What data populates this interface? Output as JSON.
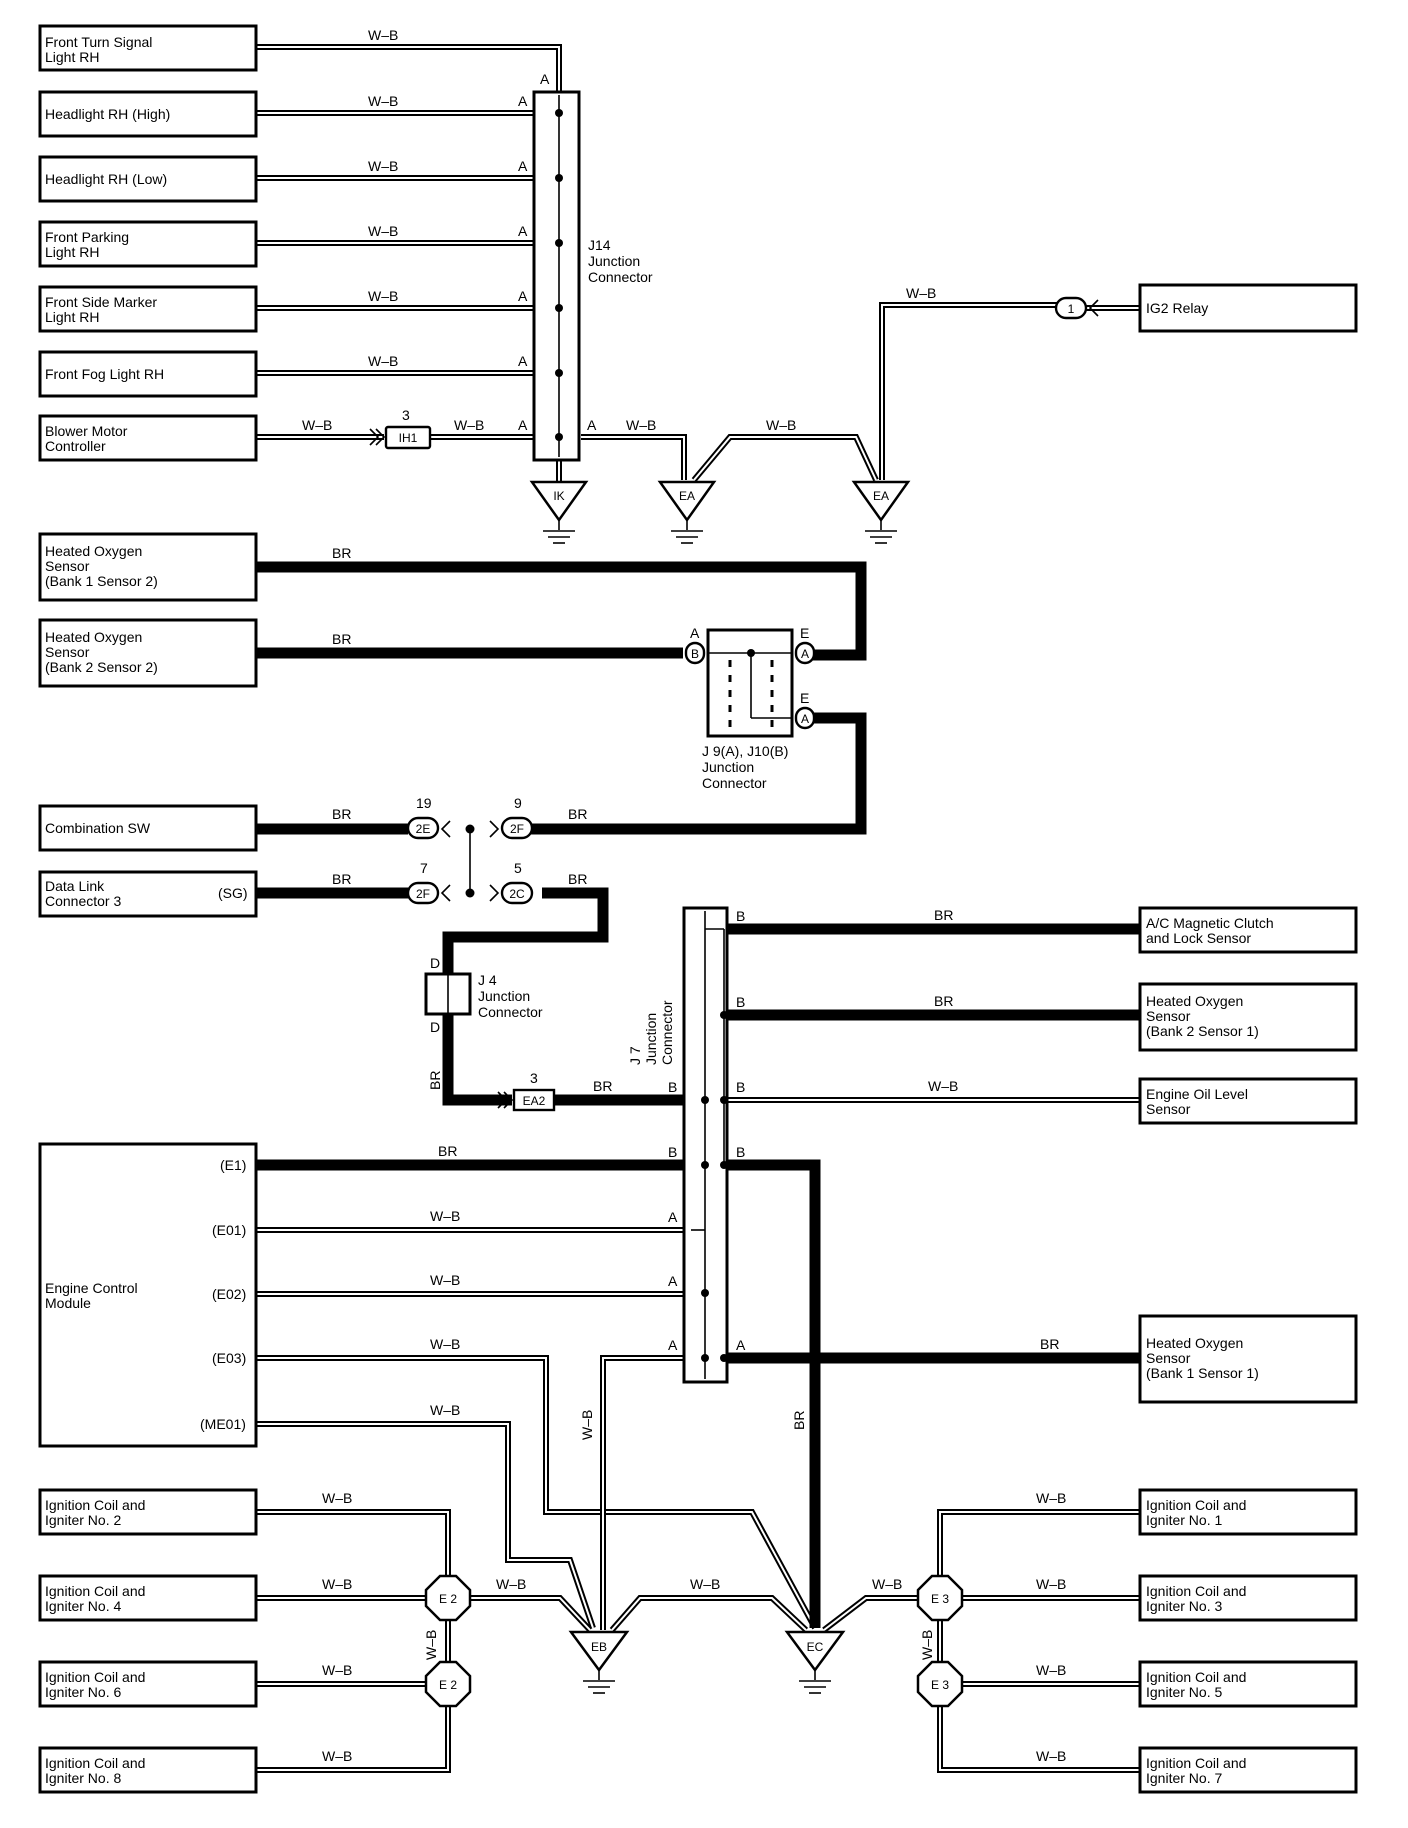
{
  "components": {
    "front_turn_signal_rh": [
      "Front Turn Signal",
      "Light RH"
    ],
    "headlight_rh_high": [
      "Headlight RH (High)"
    ],
    "headlight_rh_low": [
      "Headlight RH (Low)"
    ],
    "front_parking_rh": [
      "Front Parking",
      "Light RH"
    ],
    "front_side_marker_rh": [
      "Front Side Marker",
      "Light RH"
    ],
    "front_fog_rh": [
      "Front Fog Light RH"
    ],
    "blower_motor": [
      "Blower Motor",
      "Controller"
    ],
    "ig2_relay": [
      "IG2 Relay"
    ],
    "ho2_b1s2": [
      "Heated Oxygen",
      "Sensor",
      "(Bank 1 Sensor 2)"
    ],
    "ho2_b2s2": [
      "Heated Oxygen",
      "Sensor",
      "(Bank 2 Sensor 2)"
    ],
    "combination_sw": [
      "Combination SW"
    ],
    "data_link": [
      "Data Link",
      "Connector 3"
    ],
    "ac_clutch": [
      "A/C Magnetic Clutch",
      "and Lock Sensor"
    ],
    "ho2_b2s1": [
      "Heated Oxygen",
      "Sensor",
      "(Bank 2 Sensor 1)"
    ],
    "oil_level": [
      "Engine Oil Level",
      "Sensor"
    ],
    "ecm": [
      "Engine Control",
      "Module"
    ],
    "ho2_b1s1": [
      "Heated Oxygen",
      "Sensor",
      "(Bank 1 Sensor 1)"
    ],
    "coil_2": [
      "Ignition Coil and",
      "Igniter No. 2"
    ],
    "coil_4": [
      "Ignition Coil and",
      "Igniter No. 4"
    ],
    "coil_6": [
      "Ignition Coil and",
      "Igniter No. 6"
    ],
    "coil_8": [
      "Ignition Coil and",
      "Igniter No. 8"
    ],
    "coil_1": [
      "Ignition Coil and",
      "Igniter No. 1"
    ],
    "coil_3": [
      "Ignition Coil and",
      "Igniter No. 3"
    ],
    "coil_5": [
      "Ignition Coil and",
      "Igniter No. 5"
    ],
    "coil_7": [
      "Ignition Coil and",
      "Igniter No. 7"
    ]
  },
  "junctions": {
    "j14": [
      "J14",
      "Junction",
      "Connector"
    ],
    "j9_j10": [
      "J 9(A), J10(B)",
      "Junction",
      "Connector"
    ],
    "j4": [
      "J 4",
      "Junction",
      "Connector"
    ],
    "j7": [
      "J 7",
      "Junction",
      "Connector"
    ]
  },
  "wire_colors": {
    "wb": "W–B",
    "br": "BR"
  },
  "ecm_pins": {
    "e1": "(E1)",
    "e01": "(E01)",
    "e02": "(E02)",
    "e03": "(E03)",
    "me01": "(ME01)"
  },
  "dlc_pin": "(SG)",
  "connectors": {
    "ih1": {
      "code": "IH1",
      "pin": "3"
    },
    "ea2": {
      "code": "EA2",
      "pin": "3"
    },
    "relay_pin": "1",
    "c2e": {
      "code": "2E",
      "pin": "19"
    },
    "c2f_a": {
      "code": "2F",
      "pin": "9"
    },
    "c2f_b": {
      "code": "2F",
      "pin": "7"
    },
    "c2c": {
      "code": "2C",
      "pin": "5"
    },
    "j9_a": "A",
    "j10_b": "B"
  },
  "pin_letters": {
    "a": "A",
    "b": "B",
    "d": "D",
    "e": "E"
  },
  "grounds": {
    "ik": "IK",
    "ea": "EA",
    "eb": "EB",
    "ec": "EC"
  },
  "splices": {
    "e2": "E 2",
    "e3": "E 3"
  }
}
